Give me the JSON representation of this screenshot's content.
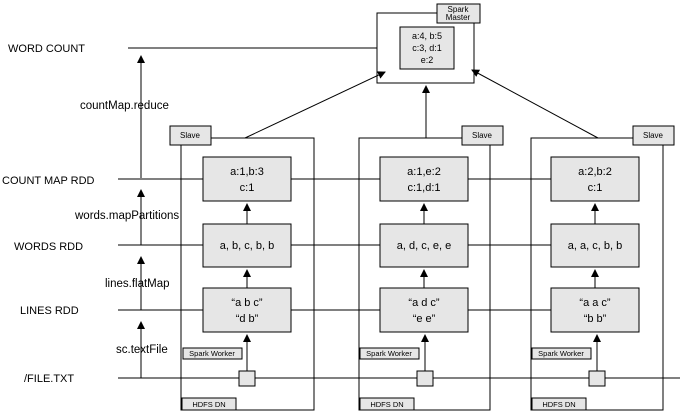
{
  "stages": {
    "word_count": "WORD  COUNT",
    "count_map_rdd": "COUNT MAP RDD",
    "words_rdd": "WORDS RDD",
    "lines_rdd": "LINES RDD",
    "file": "/FILE.TXT"
  },
  "operations": {
    "reduce": "countMap.reduce",
    "map_partitions": "words.mapPartitions",
    "flat_map": "lines.flatMap",
    "text_file": "sc.textFile"
  },
  "master": {
    "label_line1": "Spark",
    "label_line2": "Master",
    "result_line1": "a:4, b:5",
    "result_line2": "c:3, d:1",
    "result_line3": "e:2"
  },
  "slaves": [
    {
      "slave_label": "Slave",
      "worker_label": "Spark Worker",
      "dn_label": "HDFS DN",
      "count_line1": "a:1,b:3",
      "count_line2": "c:1",
      "words": "a, b, c, b, b",
      "lines_line1": "“a b c”",
      "lines_line2": "“d b”"
    },
    {
      "slave_label": "Slave",
      "worker_label": "Spark Worker",
      "dn_label": "HDFS DN",
      "count_line1": "a:1,e:2",
      "count_line2": "c:1,d:1",
      "words": "a, d, c, e, e",
      "lines_line1": "“a d c”",
      "lines_line2": "“e e”"
    },
    {
      "slave_label": "Slave",
      "worker_label": "Spark Worker",
      "dn_label": "HDFS DN",
      "count_line1": "a:2,b:2",
      "count_line2": "c:1",
      "words": "a, a, c, b, b",
      "lines_line1": "“a a c”",
      "lines_line2": "“b b”"
    }
  ]
}
